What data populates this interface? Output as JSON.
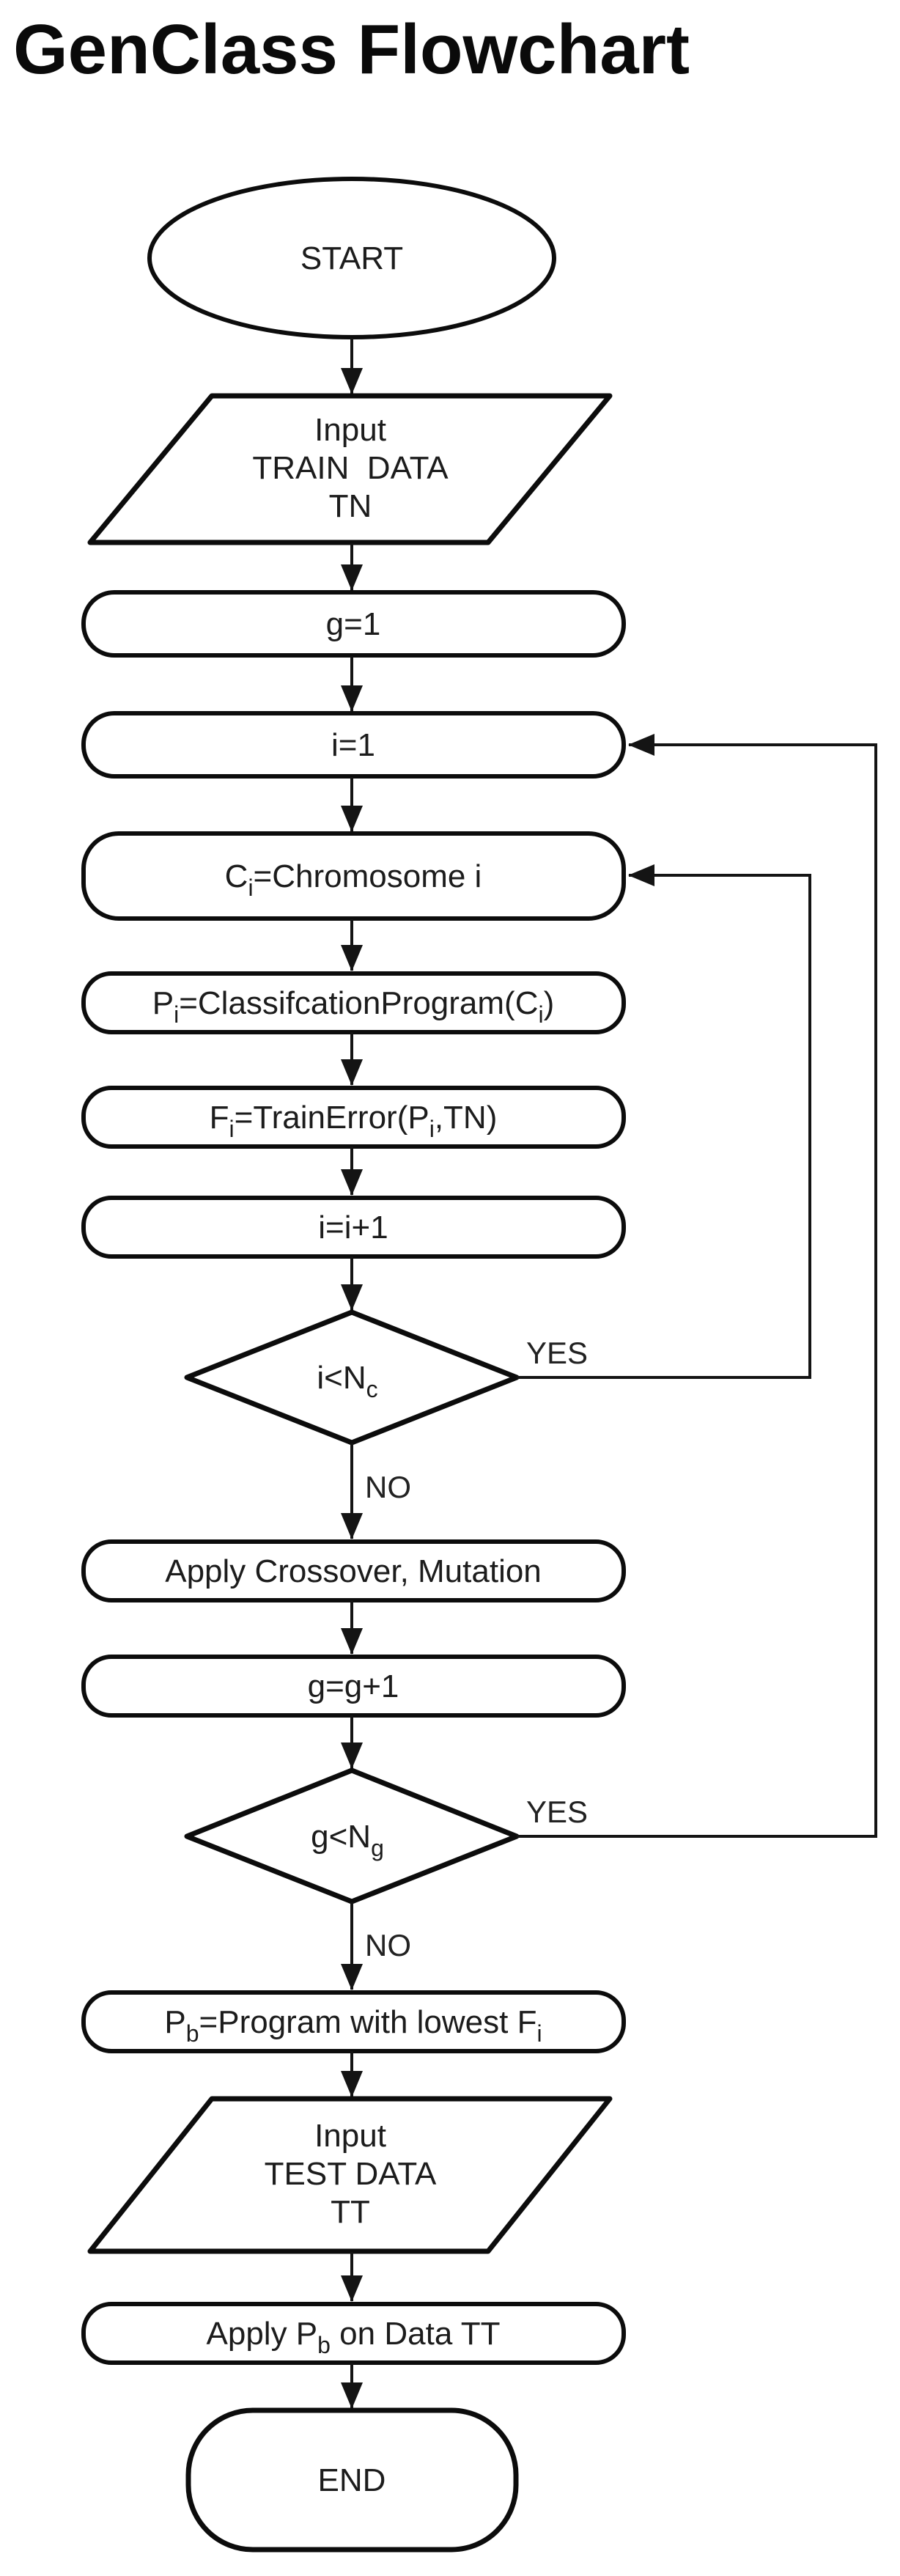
{
  "title": "GenClass Flowchart",
  "colors": {
    "stroke": "#0c0c0c",
    "background": "#ffffff",
    "text": "#1c1c1c"
  },
  "branch_labels": {
    "yes": "YES",
    "no": "NO"
  },
  "nodes": {
    "start": {
      "label": "START"
    },
    "input_train_data": {
      "line1": "Input",
      "line2": "TRAIN  DATA",
      "line3": "TN"
    },
    "init_generation": {
      "label": "g=1"
    },
    "init_individual": {
      "label": "i=1"
    },
    "get_chromosome": {
      "parts": [
        {
          "t": "C"
        },
        {
          "t": "i"
        },
        {
          "t": "=Chromosome i"
        }
      ]
    },
    "build_program": {
      "parts": [
        {
          "t": "P"
        },
        {
          "t": "i"
        },
        {
          "t": "=ClassifcationProgram(C"
        },
        {
          "t": "i"
        },
        {
          "t": ")"
        }
      ]
    },
    "compute_fitness": {
      "parts": [
        {
          "t": "F"
        },
        {
          "t": "i"
        },
        {
          "t": "=TrainError(P"
        },
        {
          "t": "i"
        },
        {
          "t": ",TN)"
        }
      ]
    },
    "increment_individual": {
      "label": "i=i+1"
    },
    "individuals_decision": {
      "parts": [
        {
          "t": "i<N"
        },
        {
          "t": "c"
        }
      ]
    },
    "apply_crossover_mutation": {
      "label": "Apply Crossover, Mutation"
    },
    "increment_generation": {
      "label": "g=g+1"
    },
    "generations_decision": {
      "parts": [
        {
          "t": "g<N"
        },
        {
          "t": "g"
        }
      ]
    },
    "best_program": {
      "parts": [
        {
          "t": "P"
        },
        {
          "t": "b"
        },
        {
          "t": "=Program with lowest F"
        },
        {
          "t": "i"
        }
      ]
    },
    "input_test_data": {
      "line1": "Input",
      "line2": "TEST DATA",
      "line3": "TT"
    },
    "apply_best_program": {
      "parts": [
        {
          "t": "Apply P"
        },
        {
          "t": "b"
        },
        {
          "t": " on Data TT"
        }
      ]
    },
    "end": {
      "label": "END"
    }
  }
}
